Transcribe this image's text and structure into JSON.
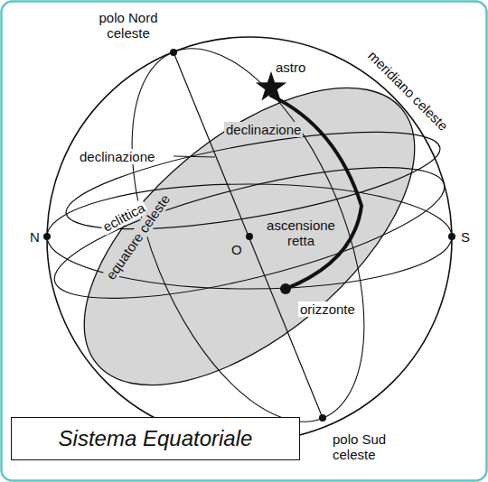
{
  "diagram": {
    "nodes": [
      {
        "text": [
          "Sistema Equatoriale"
        ]
      }
    ],
    "labels": [
      "polo Nord celeste",
      "astro",
      "meridiano celeste",
      "declinazione",
      "declinazione",
      "eclittica",
      "equatore celeste",
      "N",
      "S",
      "O",
      "ascensione retta",
      "orizzonte",
      "polo Sud celeste"
    ]
  }
}
